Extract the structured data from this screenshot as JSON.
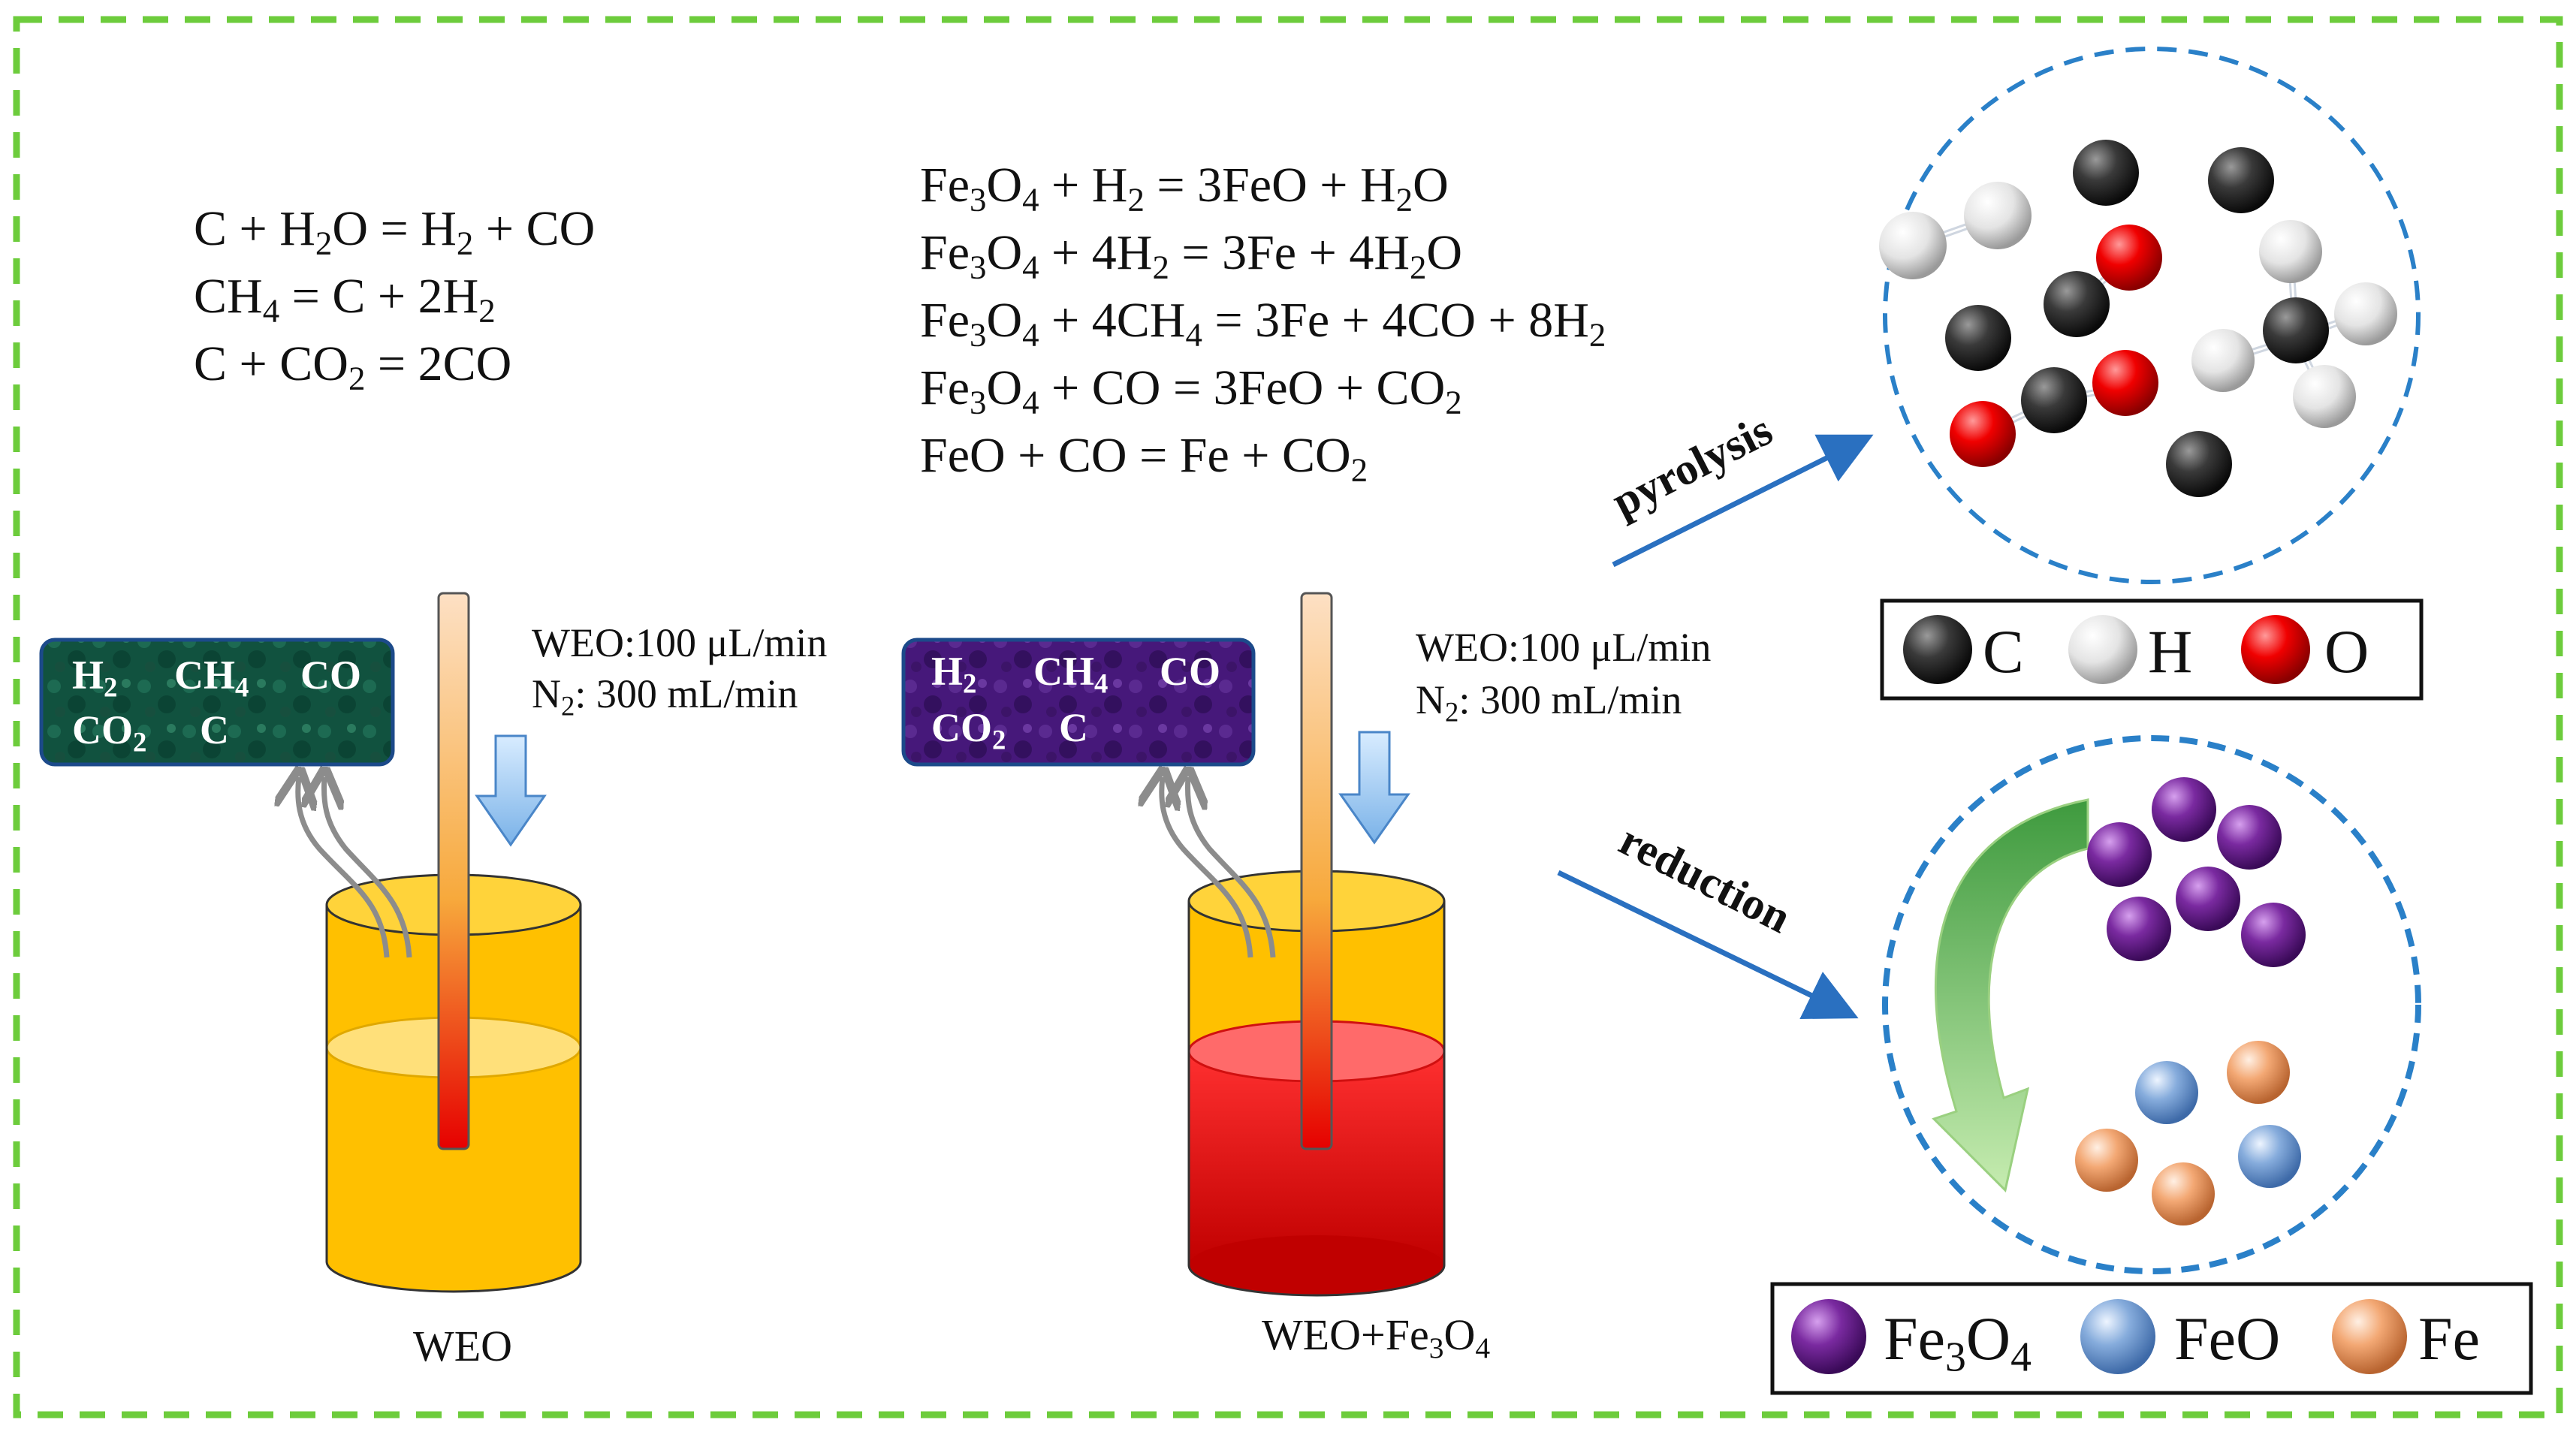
{
  "equations_left": [
    {
      "parts": [
        [
          "C + H",
          ""
        ],
        [
          "2",
          "sub"
        ],
        [
          "O = H",
          ""
        ],
        [
          "2",
          "sub"
        ],
        [
          " + CO",
          ""
        ]
      ]
    },
    {
      "parts": [
        [
          "CH",
          ""
        ],
        [
          "4",
          "sub"
        ],
        [
          " = C + 2H",
          ""
        ],
        [
          "2",
          "sub"
        ]
      ]
    },
    {
      "parts": [
        [
          "C + CO",
          ""
        ],
        [
          "2",
          "sub"
        ],
        [
          " = 2CO",
          ""
        ]
      ]
    }
  ],
  "equations_middle": [
    {
      "parts": [
        [
          "Fe",
          ""
        ],
        [
          "3",
          "sub"
        ],
        [
          "O",
          ""
        ],
        [
          "4",
          "sub"
        ],
        [
          " + H",
          ""
        ],
        [
          "2",
          "sub"
        ],
        [
          " = 3FeO + H",
          ""
        ],
        [
          "2",
          "sub"
        ],
        [
          "O",
          ""
        ]
      ]
    },
    {
      "parts": [
        [
          "Fe",
          ""
        ],
        [
          "3",
          "sub"
        ],
        [
          "O",
          ""
        ],
        [
          "4",
          "sub"
        ],
        [
          " + 4H",
          ""
        ],
        [
          "2",
          "sub"
        ],
        [
          " = 3Fe + 4H",
          ""
        ],
        [
          "2",
          "sub"
        ],
        [
          "O",
          ""
        ]
      ]
    },
    {
      "parts": [
        [
          "Fe",
          ""
        ],
        [
          "3",
          "sub"
        ],
        [
          "O",
          ""
        ],
        [
          "4",
          "sub"
        ],
        [
          " + 4CH",
          ""
        ],
        [
          "4",
          "sub"
        ],
        [
          " = 3Fe + 4CO + 8H",
          ""
        ],
        [
          "2",
          "sub"
        ]
      ]
    },
    {
      "parts": [
        [
          "Fe",
          ""
        ],
        [
          "3",
          "sub"
        ],
        [
          "O",
          ""
        ],
        [
          "4",
          "sub"
        ],
        [
          " + CO = 3FeO + CO",
          ""
        ],
        [
          "2",
          "sub"
        ]
      ]
    },
    {
      "parts": [
        [
          "FeO + CO = Fe + CO",
          ""
        ],
        [
          "2",
          "sub"
        ]
      ]
    }
  ],
  "reactor_left": {
    "condition_1": {
      "parts": [
        [
          "WEO:100 μL/min",
          ""
        ]
      ]
    },
    "condition_2": {
      "parts": [
        [
          "N",
          ""
        ],
        [
          "2",
          "sub"
        ],
        [
          ": 300 mL/min",
          ""
        ]
      ]
    },
    "gas_row_1": [
      {
        "parts": [
          [
            "H",
            ""
          ],
          [
            "2",
            "sub"
          ]
        ]
      },
      {
        "parts": [
          [
            "CH",
            ""
          ],
          [
            "4",
            "sub"
          ]
        ]
      },
      {
        "parts": [
          [
            "CO",
            ""
          ]
        ]
      }
    ],
    "gas_row_2": [
      {
        "parts": [
          [
            "CO",
            ""
          ],
          [
            "2",
            "sub"
          ]
        ]
      },
      {
        "parts": [
          [
            "C",
            ""
          ]
        ]
      }
    ],
    "label": {
      "parts": [
        [
          "WEO",
          ""
        ]
      ]
    },
    "panel_color": "#0f5a45",
    "liquid_color": "#ffc000"
  },
  "reactor_right": {
    "condition_1": {
      "parts": [
        [
          "WEO:100 μL/min",
          ""
        ]
      ]
    },
    "condition_2": {
      "parts": [
        [
          "N",
          ""
        ],
        [
          "2",
          "sub"
        ],
        [
          ": 300 mL/min",
          ""
        ]
      ]
    },
    "gas_row_1": [
      {
        "parts": [
          [
            "H",
            ""
          ],
          [
            "2",
            "sub"
          ]
        ]
      },
      {
        "parts": [
          [
            "CH",
            ""
          ],
          [
            "4",
            "sub"
          ]
        ]
      },
      {
        "parts": [
          [
            "CO",
            ""
          ]
        ]
      }
    ],
    "gas_row_2": [
      {
        "parts": [
          [
            "CO",
            ""
          ],
          [
            "2",
            "sub"
          ]
        ]
      },
      {
        "parts": [
          [
            "C",
            ""
          ]
        ]
      }
    ],
    "label": {
      "parts": [
        [
          "WEO+Fe",
          ""
        ],
        [
          "3",
          "sub"
        ],
        [
          "O",
          ""
        ],
        [
          "4",
          "sub"
        ]
      ]
    },
    "panel_color": "#4a1a7a",
    "liquid_color": "#e8000c"
  },
  "arrow_labels": {
    "pyrolysis": "pyrolysis",
    "reduction": "reduction"
  },
  "legend_top": [
    {
      "atom": "C",
      "color": "#2a2a2a"
    },
    {
      "atom": "H",
      "color": "#e6e6e6"
    },
    {
      "atom": "O",
      "color": "#e00000"
    }
  ],
  "legend_bottom": [
    {
      "parts": [
        [
          "Fe",
          ""
        ],
        [
          "3",
          "sub"
        ],
        [
          "O",
          ""
        ],
        [
          "4",
          "sub"
        ]
      ],
      "color": "#7a2aa0"
    },
    {
      "parts": [
        [
          "FeO",
          ""
        ]
      ],
      "color": "#7ea6d8"
    },
    {
      "parts": [
        [
          "Fe",
          ""
        ]
      ],
      "color": "#f0a070"
    }
  ],
  "colors": {
    "frame": "#6dcc3c",
    "blue_arrow": "#2a70c0",
    "dashed_circle": "#2a80c8",
    "green_arrow": "#6abf4a"
  }
}
